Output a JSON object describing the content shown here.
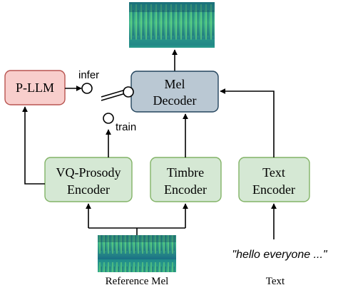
{
  "modules": {
    "pllm": {
      "label": "P-LLM",
      "fill": "#f8cecc",
      "stroke": "#b85450"
    },
    "mel_decoder": {
      "line1": "Mel",
      "line2": "Decoder",
      "fill": "#bac8d3",
      "stroke": "#23445d"
    },
    "vq_prosody_encoder": {
      "line1": "VQ-Prosody",
      "line2": "Encoder",
      "fill": "#d5e8d4",
      "stroke": "#82b366"
    },
    "timbre_encoder": {
      "line1": "Timbre",
      "line2": "Encoder",
      "fill": "#d5e8d4",
      "stroke": "#82b366"
    },
    "text_encoder": {
      "line1": "Text",
      "line2": "Encoder",
      "fill": "#d5e8d4",
      "stroke": "#82b366"
    }
  },
  "switch": {
    "infer_label": "infer",
    "train_label": "train"
  },
  "inputs": {
    "reference_mel_caption": "Reference Mel",
    "text_input": "\"hello everyone ...\"",
    "text_caption": "Text"
  },
  "colors": {
    "spectrogram_dark": "#0d3b5e",
    "spectrogram_mid": "#1f8a8a",
    "spectrogram_bright": "#6fdc7a"
  }
}
